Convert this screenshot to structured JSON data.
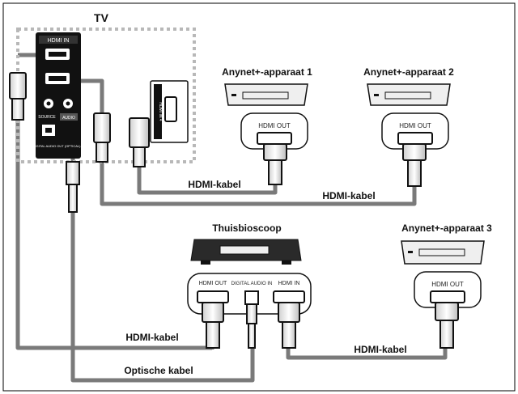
{
  "tv": {
    "label": "TV",
    "hdmi_in": "HDMI IN",
    "source": "SOURCE",
    "audio": "AUDIO",
    "digital_audio": "DIGITAL AUDIO OUT (OPTICAL)",
    "side_hdmi": "HDMI IN 4"
  },
  "devices": {
    "anynet1": {
      "label": "Anynet+-apparaat 1",
      "port": "HDMI OUT"
    },
    "anynet2": {
      "label": "Anynet+-apparaat 2",
      "port": "HDMI OUT"
    },
    "anynet3": {
      "label": "Anynet+-apparaat 3",
      "port": "HDMI OUT"
    },
    "theater": {
      "label": "Thuisbioscoop",
      "port_out": "HDMI OUT",
      "port_audio": "DIGITAL AUDIO IN",
      "port_in": "HDMI IN"
    }
  },
  "cables": {
    "hdmi_a1": "HDMI-kabel",
    "hdmi_a2": "HDMI-kabel",
    "hdmi_theater": "HDMI-kabel",
    "hdmi_a3": "HDMI-kabel",
    "optical": "Optische kabel"
  },
  "colors": {
    "cable": "#7a7a7a",
    "panel": "#111111",
    "dotted": "#b8b8b8",
    "device": "#efefef"
  }
}
